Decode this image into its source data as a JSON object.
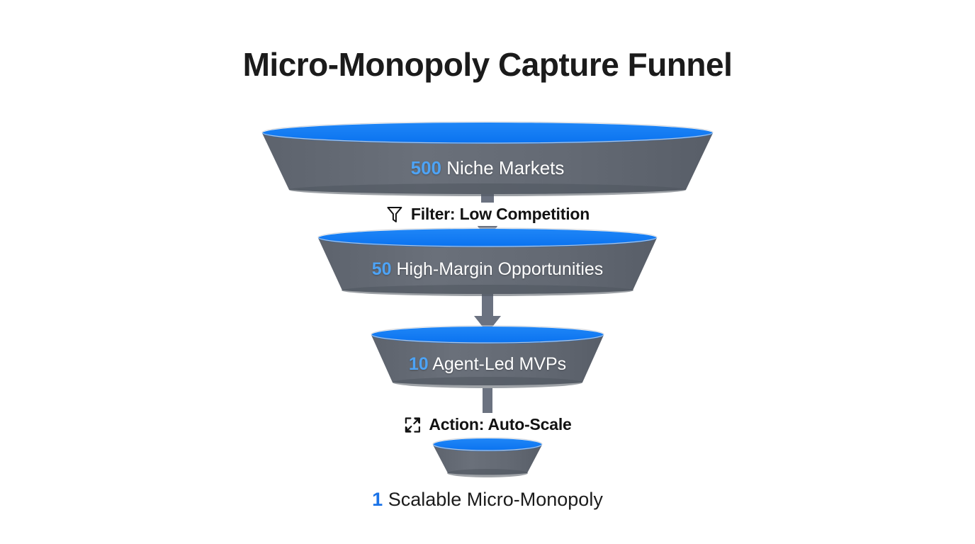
{
  "title": "Micro-Monopoly Capture Funnel",
  "colors": {
    "background": "#ffffff",
    "funnel_body": "#656b75",
    "funnel_top": "#0d7bf5",
    "arrow": "#6b7280",
    "stage_number": "#4da3f5",
    "stage_text": "#ffffff",
    "connector_text": "#121212",
    "result_number": "#1a73e8",
    "result_text": "#1b1b1b",
    "title_text": "#1b1b1b"
  },
  "chart_data": {
    "type": "funnel",
    "title": "Micro-Monopoly Capture Funnel",
    "stages": [
      {
        "value": "500",
        "label": "Niche Markets",
        "top_width": 636,
        "bottom_width": 560,
        "height": 92
      },
      {
        "value": "50",
        "label": "High-Margin Opportunities",
        "top_width": 478,
        "bottom_width": 412,
        "height": 88
      },
      {
        "value": "10",
        "label": "Agent-Led MVPs",
        "top_width": 328,
        "bottom_width": 268,
        "height": 80
      },
      {
        "value": "",
        "label": "",
        "top_width": 152,
        "bottom_width": 118,
        "height": 50
      }
    ],
    "connectors": [
      {
        "icon": "filter-funnel-icon",
        "text": "Filter: Low Competition"
      },
      {
        "icon": "expand-arrows-icon",
        "text": "Action: Auto-Scale"
      }
    ],
    "result": {
      "value": "1",
      "label": "Scalable Micro-Monopoly"
    }
  },
  "funnel": {
    "stage1": {
      "number": "500",
      "text": " Niche Markets"
    },
    "stage2": {
      "number": "50",
      "text": " High-Margin Opportunities"
    },
    "stage3": {
      "number": "10",
      "text": " Agent-Led MVPs"
    },
    "stage4": {
      "number": "",
      "text": ""
    }
  },
  "connectors": {
    "filter": {
      "icon": "filter-funnel-icon",
      "label": "Filter: Low Competition"
    },
    "action": {
      "icon": "expand-arrows-icon",
      "label": "Action: Auto-Scale"
    }
  },
  "result": {
    "number": "1",
    "text": " Scalable Micro-Monopoly"
  }
}
